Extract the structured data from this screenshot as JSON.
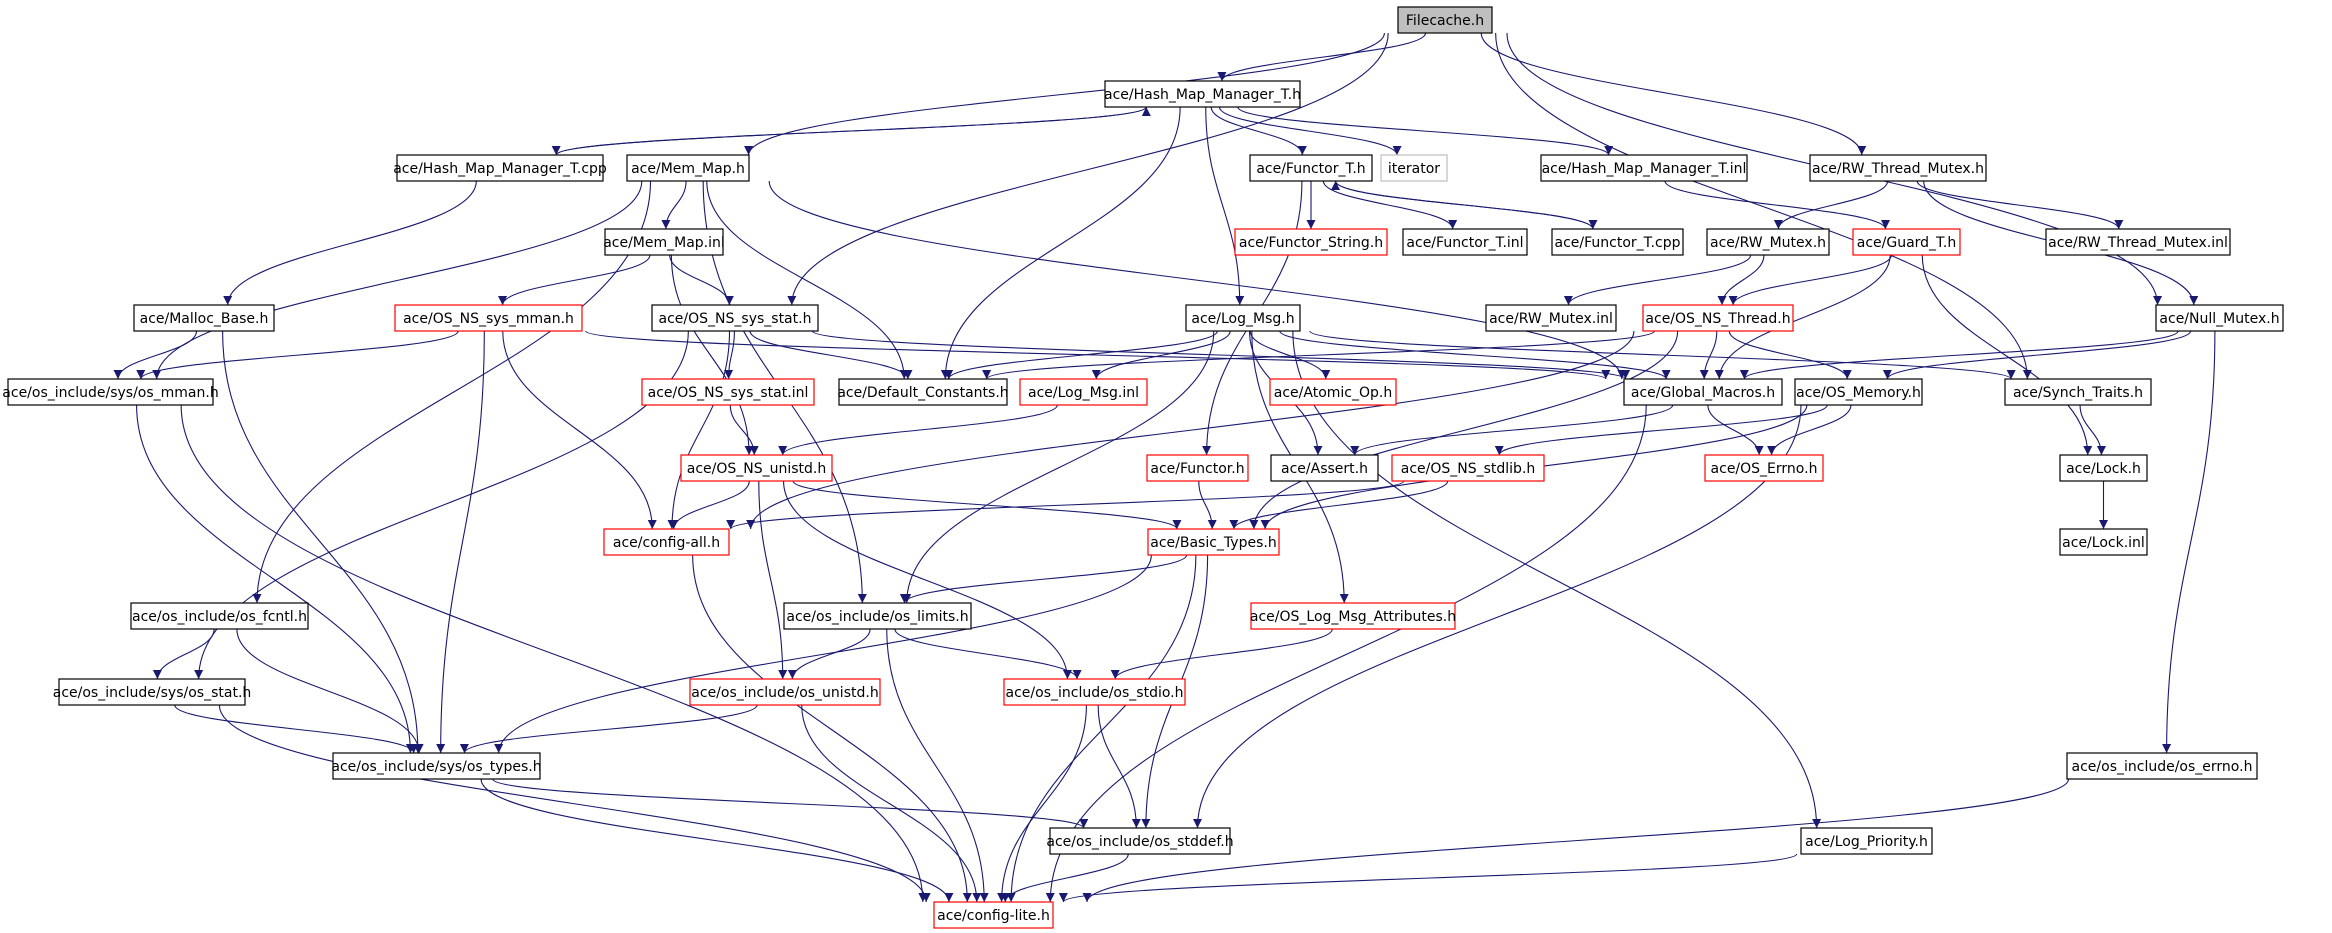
{
  "colors": {
    "edge": "#191970",
    "normal_border": "#000000",
    "missing_border": "#ff0000",
    "external_border": "#bfbfbf",
    "root_fill": "#bfbfbf"
  },
  "nodes": [
    {
      "id": "filecache",
      "label": "Filecache.h",
      "style": "root"
    },
    {
      "id": "hmm_t_h",
      "label": "ace/Hash_Map_Manager_T.h",
      "style": "black"
    },
    {
      "id": "hmm_t_cpp",
      "label": "ace/Hash_Map_Manager_T.cpp",
      "style": "black"
    },
    {
      "id": "mem_map_h",
      "label": "ace/Mem_Map.h",
      "style": "black"
    },
    {
      "id": "functor_t_h",
      "label": "ace/Functor_T.h",
      "style": "black"
    },
    {
      "id": "iterator",
      "label": "iterator",
      "style": "gray"
    },
    {
      "id": "hmm_t_inl",
      "label": "ace/Hash_Map_Manager_T.inl",
      "style": "black"
    },
    {
      "id": "rw_thread_mutex_h",
      "label": "ace/RW_Thread_Mutex.h",
      "style": "black"
    },
    {
      "id": "mem_map_inl",
      "label": "ace/Mem_Map.inl",
      "style": "black"
    },
    {
      "id": "functor_string_h",
      "label": "ace/Functor_String.h",
      "style": "red"
    },
    {
      "id": "functor_t_inl",
      "label": "ace/Functor_T.inl",
      "style": "black"
    },
    {
      "id": "functor_t_cpp",
      "label": "ace/Functor_T.cpp",
      "style": "black"
    },
    {
      "id": "rw_mutex_h",
      "label": "ace/RW_Mutex.h",
      "style": "black"
    },
    {
      "id": "guard_t_h",
      "label": "ace/Guard_T.h",
      "style": "red"
    },
    {
      "id": "rw_thread_mutex_inl",
      "label": "ace/RW_Thread_Mutex.inl",
      "style": "black"
    },
    {
      "id": "malloc_base_h",
      "label": "ace/Malloc_Base.h",
      "style": "black"
    },
    {
      "id": "os_ns_sys_mman_h",
      "label": "ace/OS_NS_sys_mman.h",
      "style": "red"
    },
    {
      "id": "os_ns_sys_stat_h",
      "label": "ace/OS_NS_sys_stat.h",
      "style": "black"
    },
    {
      "id": "log_msg_h",
      "label": "ace/Log_Msg.h",
      "style": "black"
    },
    {
      "id": "rw_mutex_inl",
      "label": "ace/RW_Mutex.inl",
      "style": "black"
    },
    {
      "id": "os_ns_thread_h",
      "label": "ace/OS_NS_Thread.h",
      "style": "red"
    },
    {
      "id": "null_mutex_h",
      "label": "ace/Null_Mutex.h",
      "style": "black"
    },
    {
      "id": "sys_os_mman_h",
      "label": "ace/os_include/sys/os_mman.h",
      "style": "black"
    },
    {
      "id": "os_ns_sys_stat_inl",
      "label": "ace/OS_NS_sys_stat.inl",
      "style": "red"
    },
    {
      "id": "default_constants_h",
      "label": "ace/Default_Constants.h",
      "style": "black"
    },
    {
      "id": "log_msg_inl",
      "label": "ace/Log_Msg.inl",
      "style": "red"
    },
    {
      "id": "atomic_op_h",
      "label": "ace/Atomic_Op.h",
      "style": "red"
    },
    {
      "id": "global_macros_h",
      "label": "ace/Global_Macros.h",
      "style": "black"
    },
    {
      "id": "os_memory_h",
      "label": "ace/OS_Memory.h",
      "style": "black"
    },
    {
      "id": "synch_traits_h",
      "label": "ace/Synch_Traits.h",
      "style": "black"
    },
    {
      "id": "os_ns_unistd_h",
      "label": "ace/OS_NS_unistd.h",
      "style": "red"
    },
    {
      "id": "functor_h",
      "label": "ace/Functor.h",
      "style": "red"
    },
    {
      "id": "assert_h",
      "label": "ace/Assert.h",
      "style": "black"
    },
    {
      "id": "os_ns_stdlib_h",
      "label": "ace/OS_NS_stdlib.h",
      "style": "red"
    },
    {
      "id": "os_errno_h",
      "label": "ace/OS_Errno.h",
      "style": "red"
    },
    {
      "id": "lock_h",
      "label": "ace/Lock.h",
      "style": "black"
    },
    {
      "id": "config_all_h",
      "label": "ace/config-all.h",
      "style": "red"
    },
    {
      "id": "basic_types_h",
      "label": "ace/Basic_Types.h",
      "style": "red"
    },
    {
      "id": "lock_inl",
      "label": "ace/Lock.inl",
      "style": "black"
    },
    {
      "id": "os_fcntl_h",
      "label": "ace/os_include/os_fcntl.h",
      "style": "black"
    },
    {
      "id": "os_limits_h",
      "label": "ace/os_include/os_limits.h",
      "style": "black"
    },
    {
      "id": "os_log_msg_attributes_h",
      "label": "ace/OS_Log_Msg_Attributes.h",
      "style": "red"
    },
    {
      "id": "sys_os_stat_h",
      "label": "ace/os_include/sys/os_stat.h",
      "style": "black"
    },
    {
      "id": "os_unistd_h",
      "label": "ace/os_include/os_unistd.h",
      "style": "red"
    },
    {
      "id": "os_stdio_h",
      "label": "ace/os_include/os_stdio.h",
      "style": "red"
    },
    {
      "id": "sys_os_types_h",
      "label": "ace/os_include/sys/os_types.h",
      "style": "black"
    },
    {
      "id": "os_errno_inc_h",
      "label": "ace/os_include/os_errno.h",
      "style": "black"
    },
    {
      "id": "os_stddef_h",
      "label": "ace/os_include/os_stddef.h",
      "style": "black"
    },
    {
      "id": "log_priority_h",
      "label": "ace/Log_Priority.h",
      "style": "black"
    },
    {
      "id": "config_lite_h",
      "label": "ace/config-lite.h",
      "style": "red"
    }
  ],
  "edges": [
    [
      "filecache",
      "hmm_t_h"
    ],
    [
      "filecache",
      "mem_map_h"
    ],
    [
      "filecache",
      "os_ns_sys_stat_h"
    ],
    [
      "filecache",
      "rw_thread_mutex_h"
    ],
    [
      "filecache",
      "null_mutex_h"
    ],
    [
      "filecache",
      "synch_traits_h"
    ],
    [
      "hmm_t_h",
      "hmm_t_cpp"
    ],
    [
      "hmm_t_h",
      "functor_t_h"
    ],
    [
      "hmm_t_h",
      "iterator"
    ],
    [
      "hmm_t_h",
      "hmm_t_inl"
    ],
    [
      "hmm_t_h",
      "log_msg_h"
    ],
    [
      "hmm_t_h",
      "default_constants_h"
    ],
    [
      "hmm_t_cpp",
      "hmm_t_h"
    ],
    [
      "hmm_t_cpp",
      "malloc_base_h"
    ],
    [
      "mem_map_h",
      "mem_map_inl"
    ],
    [
      "mem_map_h",
      "sys_os_mman_h"
    ],
    [
      "mem_map_h",
      "global_macros_h"
    ],
    [
      "mem_map_h",
      "default_constants_h"
    ],
    [
      "mem_map_h",
      "os_fcntl_h"
    ],
    [
      "mem_map_h",
      "os_limits_h"
    ],
    [
      "mem_map_inl",
      "os_ns_sys_mman_h"
    ],
    [
      "mem_map_inl",
      "os_ns_sys_stat_h"
    ],
    [
      "mem_map_inl",
      "os_ns_unistd_h"
    ],
    [
      "functor_t_h",
      "functor_string_h"
    ],
    [
      "functor_t_h",
      "functor_t_inl"
    ],
    [
      "functor_t_h",
      "functor_t_cpp"
    ],
    [
      "functor_t_h",
      "functor_h"
    ],
    [
      "functor_t_cpp",
      "functor_t_h"
    ],
    [
      "hmm_t_inl",
      "guard_t_h"
    ],
    [
      "rw_thread_mutex_h",
      "rw_mutex_h"
    ],
    [
      "rw_thread_mutex_h",
      "rw_thread_mutex_inl"
    ],
    [
      "rw_thread_mutex_h",
      "null_mutex_h"
    ],
    [
      "rw_mutex_h",
      "rw_mutex_inl"
    ],
    [
      "rw_mutex_h",
      "os_ns_thread_h"
    ],
    [
      "guard_t_h",
      "os_ns_thread_h"
    ],
    [
      "guard_t_h",
      "global_macros_h"
    ],
    [
      "guard_t_h",
      "lock_h"
    ],
    [
      "malloc_base_h",
      "sys_os_mman_h"
    ],
    [
      "malloc_base_h",
      "sys_os_types_h"
    ],
    [
      "os_ns_sys_mman_h",
      "sys_os_mman_h"
    ],
    [
      "os_ns_sys_mman_h",
      "config_all_h"
    ],
    [
      "os_ns_sys_mman_h",
      "sys_os_types_h"
    ],
    [
      "os_ns_sys_mman_h",
      "global_macros_h"
    ],
    [
      "os_ns_sys_stat_h",
      "os_ns_sys_stat_inl"
    ],
    [
      "os_ns_sys_stat_h",
      "default_constants_h"
    ],
    [
      "os_ns_sys_stat_h",
      "config_all_h"
    ],
    [
      "os_ns_sys_stat_h",
      "sys_os_stat_h"
    ],
    [
      "os_ns_sys_stat_h",
      "global_macros_h"
    ],
    [
      "os_ns_sys_stat_inl",
      "os_ns_unistd_h"
    ],
    [
      "log_msg_h",
      "default_constants_h"
    ],
    [
      "log_msg_h",
      "log_msg_inl"
    ],
    [
      "log_msg_h",
      "atomic_op_h"
    ],
    [
      "log_msg_h",
      "global_macros_h"
    ],
    [
      "log_msg_h",
      "assert_h"
    ],
    [
      "log_msg_h",
      "os_limits_h"
    ],
    [
      "log_msg_h",
      "os_log_msg_attributes_h"
    ],
    [
      "log_msg_h",
      "log_priority_h"
    ],
    [
      "log_msg_h",
      "synch_traits_h"
    ],
    [
      "log_msg_inl",
      "os_ns_unistd_h"
    ],
    [
      "os_ns_thread_h",
      "global_macros_h"
    ],
    [
      "os_ns_thread_h",
      "os_memory_h"
    ],
    [
      "os_ns_thread_h",
      "config_all_h"
    ],
    [
      "os_ns_thread_h",
      "basic_types_h"
    ],
    [
      "os_ns_thread_h",
      "default_constants_h"
    ],
    [
      "null_mutex_h",
      "global_macros_h"
    ],
    [
      "null_mutex_h",
      "os_memory_h"
    ],
    [
      "null_mutex_h",
      "os_errno_inc_h"
    ],
    [
      "synch_traits_h",
      "lock_h"
    ],
    [
      "global_macros_h",
      "os_errno_h"
    ],
    [
      "global_macros_h",
      "config_lite_h"
    ],
    [
      "global_macros_h",
      "assert_h"
    ],
    [
      "os_memory_h",
      "os_errno_h"
    ],
    [
      "os_memory_h",
      "basic_types_h"
    ],
    [
      "os_memory_h",
      "os_ns_stdlib_h"
    ],
    [
      "os_memory_h",
      "os_stddef_h"
    ],
    [
      "os_ns_stdlib_h",
      "basic_types_h"
    ],
    [
      "os_ns_stdlib_h",
      "config_all_h"
    ],
    [
      "os_ns_unistd_h",
      "config_all_h"
    ],
    [
      "os_ns_unistd_h",
      "basic_types_h"
    ],
    [
      "os_ns_unistd_h",
      "os_unistd_h"
    ],
    [
      "os_ns_unistd_h",
      "os_stdio_h"
    ],
    [
      "functor_h",
      "basic_types_h"
    ],
    [
      "lock_h",
      "lock_inl"
    ],
    [
      "sys_os_mman_h",
      "sys_os_types_h"
    ],
    [
      "sys_os_mman_h",
      "config_lite_h"
    ],
    [
      "config_all_h",
      "config_lite_h"
    ],
    [
      "basic_types_h",
      "os_limits_h"
    ],
    [
      "basic_types_h",
      "sys_os_types_h"
    ],
    [
      "basic_types_h",
      "os_stddef_h"
    ],
    [
      "basic_types_h",
      "config_lite_h"
    ],
    [
      "os_fcntl_h",
      "sys_os_stat_h"
    ],
    [
      "os_fcntl_h",
      "sys_os_types_h"
    ],
    [
      "os_limits_h",
      "os_unistd_h"
    ],
    [
      "os_limits_h",
      "os_stdio_h"
    ],
    [
      "os_limits_h",
      "config_lite_h"
    ],
    [
      "os_log_msg_attributes_h",
      "os_stdio_h"
    ],
    [
      "sys_os_stat_h",
      "sys_os_types_h"
    ],
    [
      "sys_os_stat_h",
      "config_lite_h"
    ],
    [
      "os_unistd_h",
      "sys_os_types_h"
    ],
    [
      "os_unistd_h",
      "config_lite_h"
    ],
    [
      "os_stdio_h",
      "os_stddef_h"
    ],
    [
      "os_stdio_h",
      "config_lite_h"
    ],
    [
      "sys_os_types_h",
      "os_stddef_h"
    ],
    [
      "sys_os_types_h",
      "config_lite_h"
    ],
    [
      "os_errno_inc_h",
      "config_lite_h"
    ],
    [
      "os_stddef_h",
      "config_lite_h"
    ],
    [
      "log_priority_h",
      "config_lite_h"
    ]
  ]
}
